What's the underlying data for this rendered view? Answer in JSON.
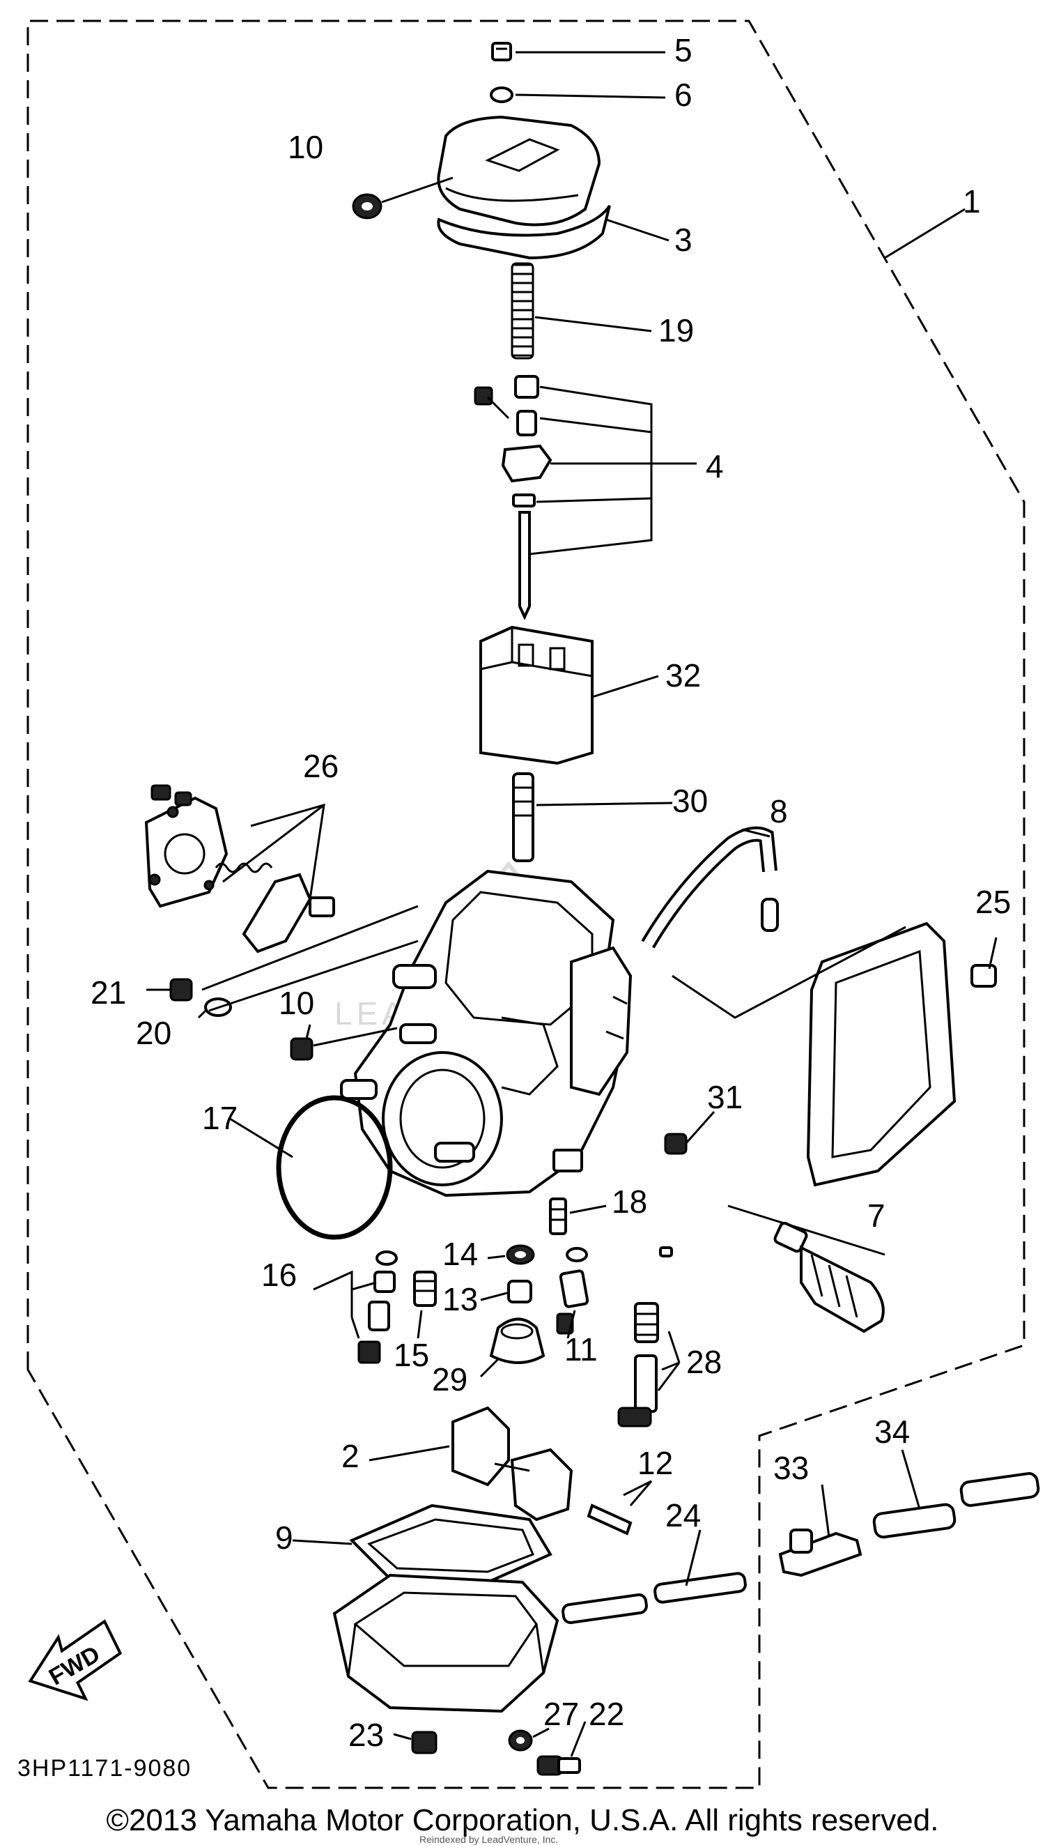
{
  "callouts": {
    "c1": "1",
    "c2": "2",
    "c3": "3",
    "c4": "4",
    "c5": "5",
    "c6": "6",
    "c7": "7",
    "c8": "8",
    "c9": "9",
    "c10a": "10",
    "c10b": "10",
    "c11": "11",
    "c12": "12",
    "c13": "13",
    "c14": "14",
    "c15": "15",
    "c16": "16",
    "c17": "17",
    "c18": "18",
    "c19": "19",
    "c20": "20",
    "c21": "21",
    "c22": "22",
    "c23": "23",
    "c24": "24",
    "c25": "25",
    "c26": "26",
    "c27": "27",
    "c28": "28",
    "c29": "29",
    "c30": "30",
    "c31": "31",
    "c32": "32",
    "c33": "33",
    "c34": "34"
  },
  "diagram_code": "3HP1171-9080",
  "fwd_label": "FWD",
  "watermark": "LEADVENTURE",
  "stamp": "Reindexed by LeadVenture, Inc.",
  "copyright": "©2013 Yamaha Motor Corporation, U.S.A. All rights reserved."
}
